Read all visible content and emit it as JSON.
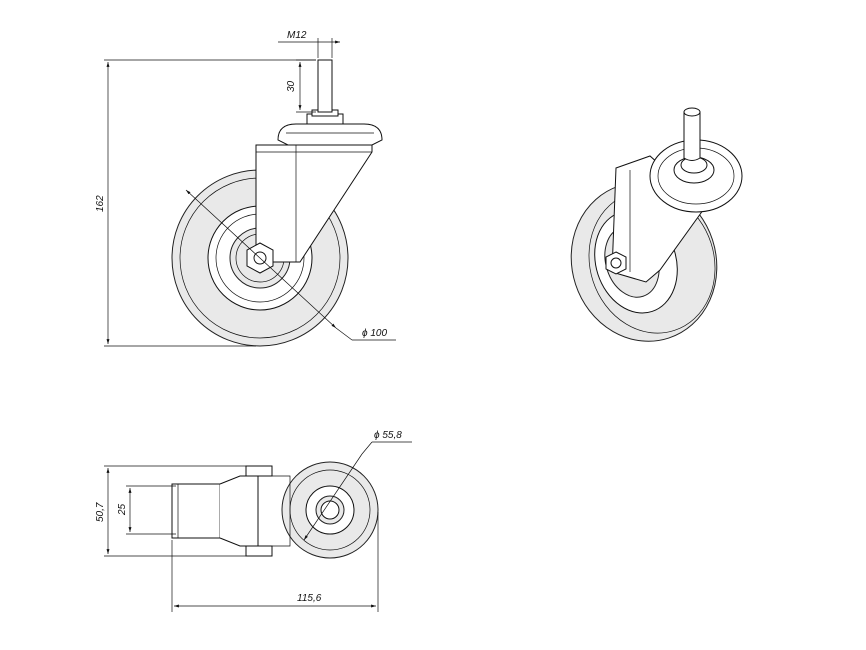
{
  "dimensions": {
    "thread": "M12",
    "stem_length": "30",
    "total_height": "162",
    "wheel_diameter": "100",
    "hub_diameter": "55,8",
    "total_length": "115,6",
    "outer_width": "50,7",
    "wheel_width": "25"
  },
  "symbols": {
    "diameter": "ϕ"
  }
}
